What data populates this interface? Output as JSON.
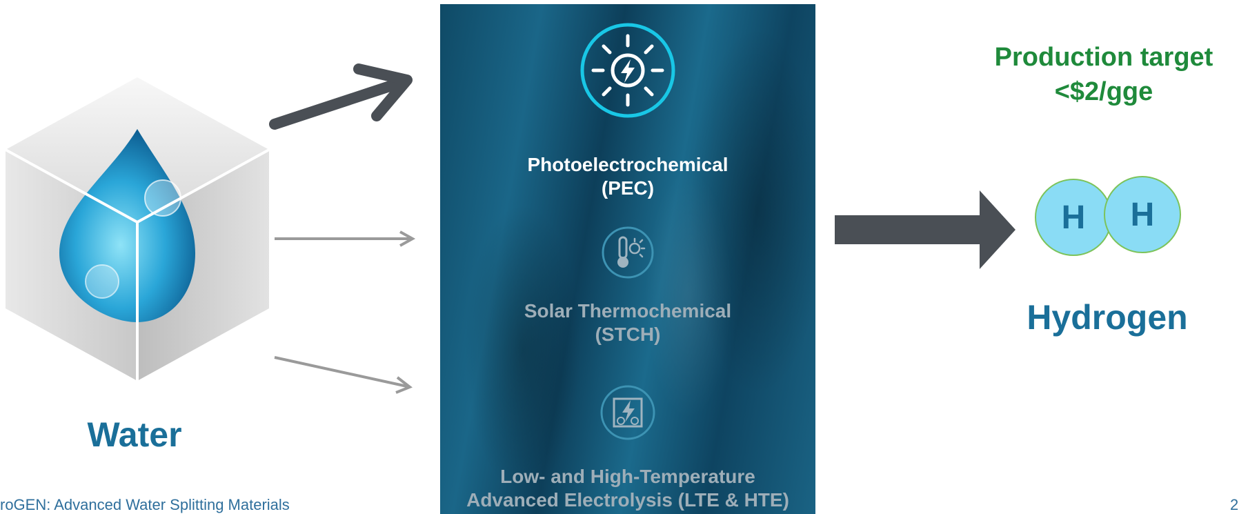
{
  "water": {
    "label": "Water",
    "icon": "water-drop-cube-icon"
  },
  "pathways": [
    {
      "name": "Photoelectrochemical\n(PEC)",
      "icon": "sun-bolt-icon",
      "highlighted": true
    },
    {
      "name": "Solar Thermochemical\n(STCH)",
      "icon": "thermometer-sun-icon",
      "highlighted": false
    },
    {
      "name": "Low- and High-Temperature\nAdvanced Electrolysis (LTE & HTE)",
      "icon": "electrolysis-icon",
      "highlighted": false
    }
  ],
  "target": {
    "text": "Production target\n<$2/gge"
  },
  "hydrogen": {
    "atoms": [
      "H",
      "H"
    ],
    "label": "Hydrogen"
  },
  "footer": {
    "text": "roGEN: Advanced Water Splitting Materials",
    "page": "2"
  },
  "colors": {
    "accent_blue": "#1a6f99",
    "target_green": "#1f8a3b",
    "arrow_dark": "#4a4f55",
    "arrow_light": "#9a9a9a",
    "highlight_cyan": "#19c7e6"
  }
}
